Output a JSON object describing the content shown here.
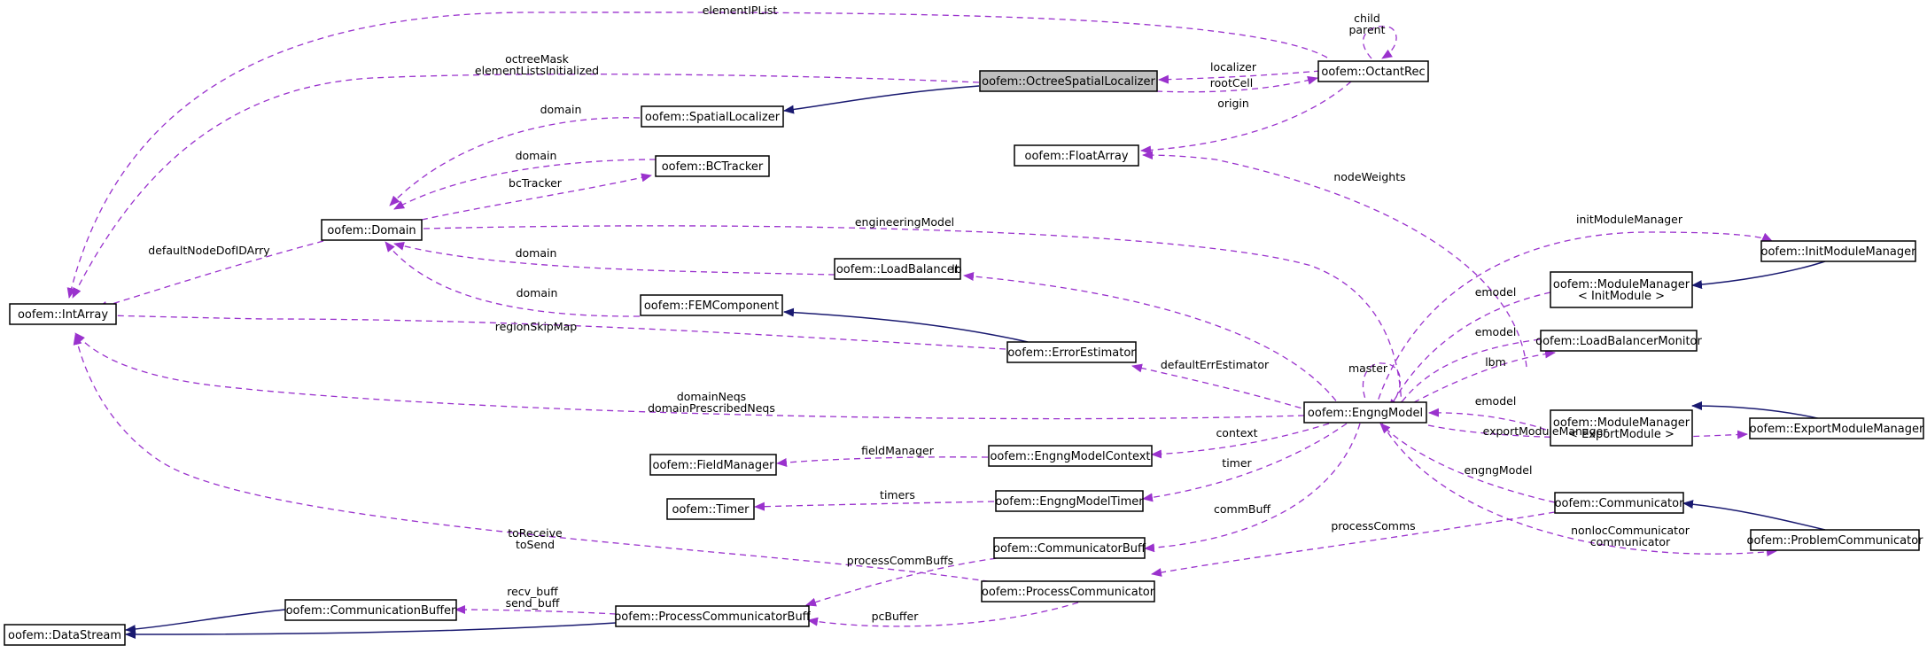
{
  "colors": {
    "usage_edge": "#9a32cd",
    "inheritance_edge": "#191970",
    "highlight_fill": "#bfbfbf"
  },
  "nodes": {
    "octree": {
      "lines": [
        "oofem::OctreeSpatialLocalizer"
      ]
    },
    "octantrec": {
      "lines": [
        "oofem::OctantRec"
      ]
    },
    "spatial": {
      "lines": [
        "oofem::SpatialLocalizer"
      ]
    },
    "bctracker": {
      "lines": [
        "oofem::BCTracker"
      ]
    },
    "floatarray": {
      "lines": [
        "oofem::FloatArray"
      ]
    },
    "domain": {
      "lines": [
        "oofem::Domain"
      ]
    },
    "intarray": {
      "lines": [
        "oofem::IntArray"
      ]
    },
    "loadbalancer": {
      "lines": [
        "oofem::LoadBalancer"
      ]
    },
    "femcomponent": {
      "lines": [
        "oofem::FEMComponent"
      ]
    },
    "errorestimator": {
      "lines": [
        "oofem::ErrorEstimator"
      ]
    },
    "initmm": {
      "lines": [
        "oofem::InitModuleManager"
      ]
    },
    "mminit": {
      "lines": [
        "oofem::ModuleManager",
        "< InitModule >"
      ]
    },
    "lbmonitor": {
      "lines": [
        "oofem::LoadBalancerMonitor"
      ]
    },
    "mmexport": {
      "lines": [
        "oofem::ModuleManager",
        "< ExportModule >"
      ]
    },
    "exportmm": {
      "lines": [
        "oofem::ExportModuleManager"
      ]
    },
    "engngmodel": {
      "lines": [
        "oofem::EngngModel"
      ]
    },
    "fieldmanager": {
      "lines": [
        "oofem::FieldManager"
      ]
    },
    "emcontext": {
      "lines": [
        "oofem::EngngModelContext"
      ]
    },
    "timer": {
      "lines": [
        "oofem::Timer"
      ]
    },
    "emtimer": {
      "lines": [
        "oofem::EngngModelTimer"
      ]
    },
    "communicator": {
      "lines": [
        "oofem::Communicator"
      ]
    },
    "problemcomm": {
      "lines": [
        "oofem::ProblemCommunicator"
      ]
    },
    "commbuff": {
      "lines": [
        "oofem::CommunicatorBuff"
      ]
    },
    "processcomm": {
      "lines": [
        "oofem::ProcessCommunicator"
      ]
    },
    "commbuffer": {
      "lines": [
        "oofem::CommunicationBuffer"
      ]
    },
    "pcbuff": {
      "lines": [
        "oofem::ProcessCommunicatorBuff"
      ]
    },
    "datastream": {
      "lines": [
        "oofem::DataStream"
      ]
    }
  },
  "edge_labels": {
    "elementIPList": [
      "elementIPList"
    ],
    "octreeMask": [
      "octreeMask",
      "elementListsInitialized"
    ],
    "localizer": [
      "localizer"
    ],
    "rootCell": [
      "rootCell"
    ],
    "childParent": [
      "child",
      "parent"
    ],
    "origin": [
      "origin"
    ],
    "domain1": [
      "domain"
    ],
    "domain2": [
      "domain"
    ],
    "bcTracker": [
      "bcTracker"
    ],
    "nodeWeights": [
      "nodeWeights"
    ],
    "engineeringModel": [
      "engineeringModel"
    ],
    "defaultNodeDofIDArry": [
      "defaultNodeDofIDArry"
    ],
    "domain3": [
      "domain"
    ],
    "lb": [
      "lb"
    ],
    "domain4": [
      "domain"
    ],
    "initModuleManager": [
      "initModuleManager"
    ],
    "emodel1": [
      "emodel"
    ],
    "emodel2": [
      "emodel"
    ],
    "regionSkipMap": [
      "regionSkipMap"
    ],
    "lbm": [
      "lbm"
    ],
    "master": [
      "master"
    ],
    "defaultErrEstimator": [
      "defaultErrEstimator"
    ],
    "domainNeqs": [
      "domainNeqs",
      "domainPrescribedNeqs"
    ],
    "emodel3": [
      "emodel"
    ],
    "exportModuleManager": [
      "exportModuleManager"
    ],
    "context": [
      "context"
    ],
    "fieldManager": [
      "fieldManager"
    ],
    "timer": [
      "timer"
    ],
    "timers": [
      "timers"
    ],
    "engngModel": [
      "engngModel"
    ],
    "commBuff": [
      "commBuff"
    ],
    "processComms": [
      "processComms"
    ],
    "toReceive": [
      "toReceive",
      "toSend"
    ],
    "nonlocComm": [
      "nonlocCommunicator",
      "communicator"
    ],
    "processCommBuffs": [
      "processCommBuffs"
    ],
    "recvBuff": [
      "recv_buff",
      "send_buff"
    ],
    "pcBuffer": [
      "pcBuffer"
    ]
  }
}
